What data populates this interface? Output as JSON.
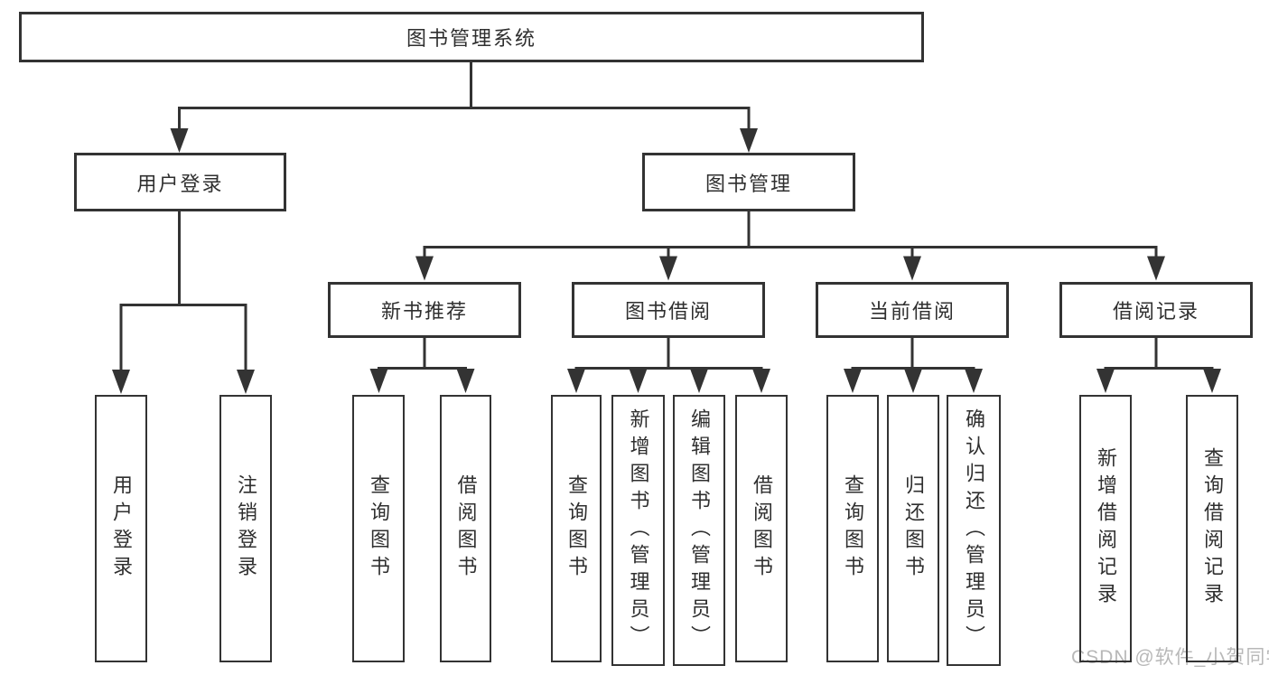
{
  "diagram": {
    "title": "图书管理系统",
    "root": {
      "label": "图书管理系统"
    },
    "branches": [
      {
        "label": "用户登录",
        "children": [
          {
            "label": "用户登录"
          },
          {
            "label": "注销登录"
          }
        ]
      },
      {
        "label": "图书管理",
        "children": [
          {
            "label": "新书推荐",
            "children": [
              {
                "label": "查询图书"
              },
              {
                "label": "借阅图书"
              }
            ]
          },
          {
            "label": "图书借阅",
            "children": [
              {
                "label": "查询图书"
              },
              {
                "label": "新增图书（管理员）"
              },
              {
                "label": "编辑图书（管理员）"
              },
              {
                "label": "借阅图书"
              }
            ]
          },
          {
            "label": "当前借阅",
            "children": [
              {
                "label": "查询图书"
              },
              {
                "label": "归还图书"
              },
              {
                "label": "确认归还（管理员）"
              }
            ]
          },
          {
            "label": "借阅记录",
            "children": [
              {
                "label": "新增借阅记录"
              },
              {
                "label": "查询借阅记录"
              }
            ]
          }
        ]
      }
    ]
  },
  "watermark": {
    "text": "CSDN @软件_小贺同学"
  },
  "colors": {
    "line": "#333333",
    "text": "#2f2f2f",
    "box_background": "#ffffff",
    "page_background": "#ffffff",
    "watermark": "#b8b8b8"
  }
}
